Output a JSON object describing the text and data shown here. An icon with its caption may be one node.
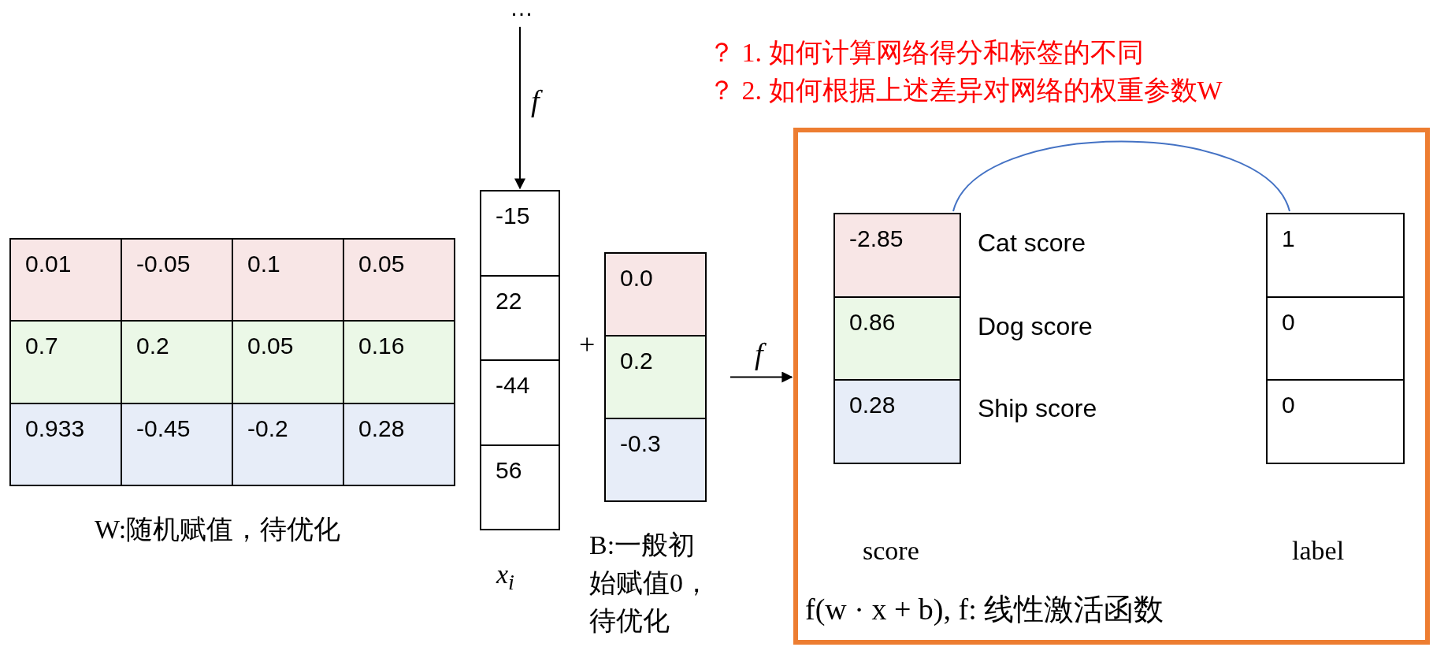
{
  "diagram": {
    "nodes": [
      {
        "text": [
          "…"
        ]
      },
      {
        "text": [],
        "shape": "box",
        "beside": [
          "W:随机赋值，待优化"
        ]
      },
      {
        "text": [
          "0.01"
        ],
        "in": 1
      },
      {
        "text": [
          "-0.05"
        ],
        "in": 1
      },
      {
        "text": [
          "0.1"
        ],
        "in": 1
      },
      {
        "text": [
          "0.05"
        ],
        "in": 1
      },
      {
        "text": [
          "0.7"
        ],
        "in": 1
      },
      {
        "text": [
          "0.2"
        ],
        "in": 1
      },
      {
        "text": [
          "0.05"
        ],
        "in": 1
      },
      {
        "text": [
          "0.16"
        ],
        "in": 1
      },
      {
        "text": [
          "0.933"
        ],
        "in": 1
      },
      {
        "text": [
          "-0.45"
        ],
        "in": 1
      },
      {
        "text": [
          "-0.2"
        ],
        "in": 1
      },
      {
        "text": [
          "0.28"
        ],
        "in": 1
      },
      {
        "text": [],
        "shape": "box",
        "beside": [
          "x$_{i}$"
        ]
      },
      {
        "text": [
          "-15"
        ],
        "in": 14
      },
      {
        "text": [
          "22"
        ],
        "in": 14
      },
      {
        "text": [
          "-44"
        ],
        "in": 14
      },
      {
        "text": [
          "56"
        ],
        "in": 14
      },
      {
        "text": [],
        "shape": "box",
        "beside": [
          "B:一般初始赋值0，待优化"
        ]
      },
      {
        "text": [
          "0.0"
        ],
        "in": 19
      },
      {
        "text": [
          "0.2"
        ],
        "in": 19
      },
      {
        "text": [
          "-0.3"
        ],
        "in": 19
      },
      {
        "text": [
          "f(w · x + b), f: 线性激活函数"
        ]
      },
      {
        "text": [],
        "shape": "box",
        "in": 23,
        "beside": [
          "score"
        ]
      },
      {
        "text": [
          "-2.85"
        ],
        "in": 24
      },
      {
        "text": [
          "0.86"
        ],
        "in": 24
      },
      {
        "text": [
          "0.28"
        ],
        "in": 24
      },
      {
        "text": [],
        "shape": "box",
        "in": 23,
        "beside": [
          "label"
        ]
      },
      {
        "text": [
          "1"
        ],
        "in": 28
      },
      {
        "text": [
          "0"
        ],
        "in": 28
      },
      {
        "text": [
          "0"
        ],
        "in": 28
      }
    ],
    "edges": [
      {
        "from": 0,
        "to": 14,
        "arrow": "to",
        "label": "f"
      },
      {
        "from": 19,
        "to": 23,
        "arrow": "to",
        "label": "f"
      },
      {
        "from": 24,
        "to": 28,
        "arrow": "none",
        "color": "#4472c4"
      }
    ],
    "labels": [
      "？ 1. 如何计算网络得分和标签的不同",
      "？ 2. 如何根据上述差异对网络的权重参数W",
      "+",
      "Cat score",
      "Dog score",
      "Ship score"
    ]
  }
}
